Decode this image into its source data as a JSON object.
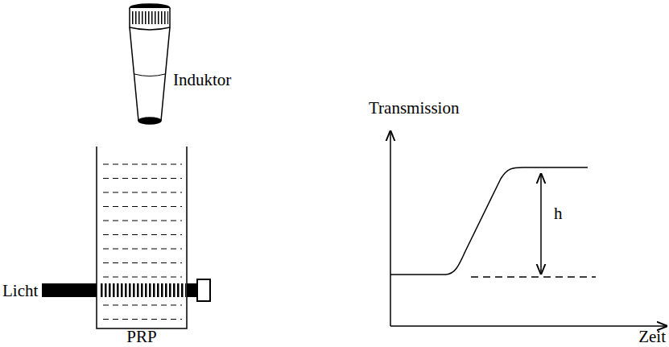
{
  "diagram": {
    "labels": [
      "Induktor",
      "Licht",
      "PRP",
      "Transmission",
      "h",
      "Zeit"
    ]
  }
}
